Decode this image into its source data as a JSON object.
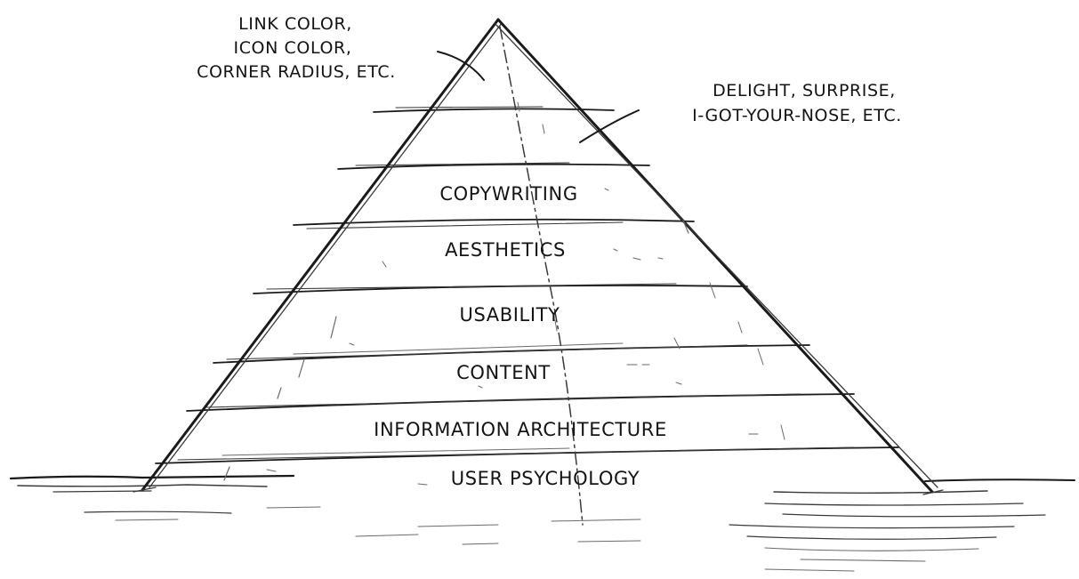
{
  "layers": [
    {
      "id": "tip",
      "label": ""
    },
    {
      "id": "upper",
      "label": ""
    },
    {
      "id": "copywriting",
      "label": "COPYWRITING"
    },
    {
      "id": "aesthetics",
      "label": "AESTHETICS"
    },
    {
      "id": "usability",
      "label": "USABILITY"
    },
    {
      "id": "content",
      "label": "CONTENT"
    },
    {
      "id": "information-architecture",
      "label": "INFORMATION ARCHITECTURE"
    },
    {
      "id": "user-psychology",
      "label": "USER PSYCHOLOGY"
    }
  ],
  "annotations": {
    "top_left": [
      "LINK COLOR,",
      "ICON COLOR,",
      "CORNER RADIUS, ETC."
    ],
    "top_right": [
      "DELIGHT, SURPRISE,",
      "I-GOT-YOUR-NOSE, ETC."
    ]
  }
}
